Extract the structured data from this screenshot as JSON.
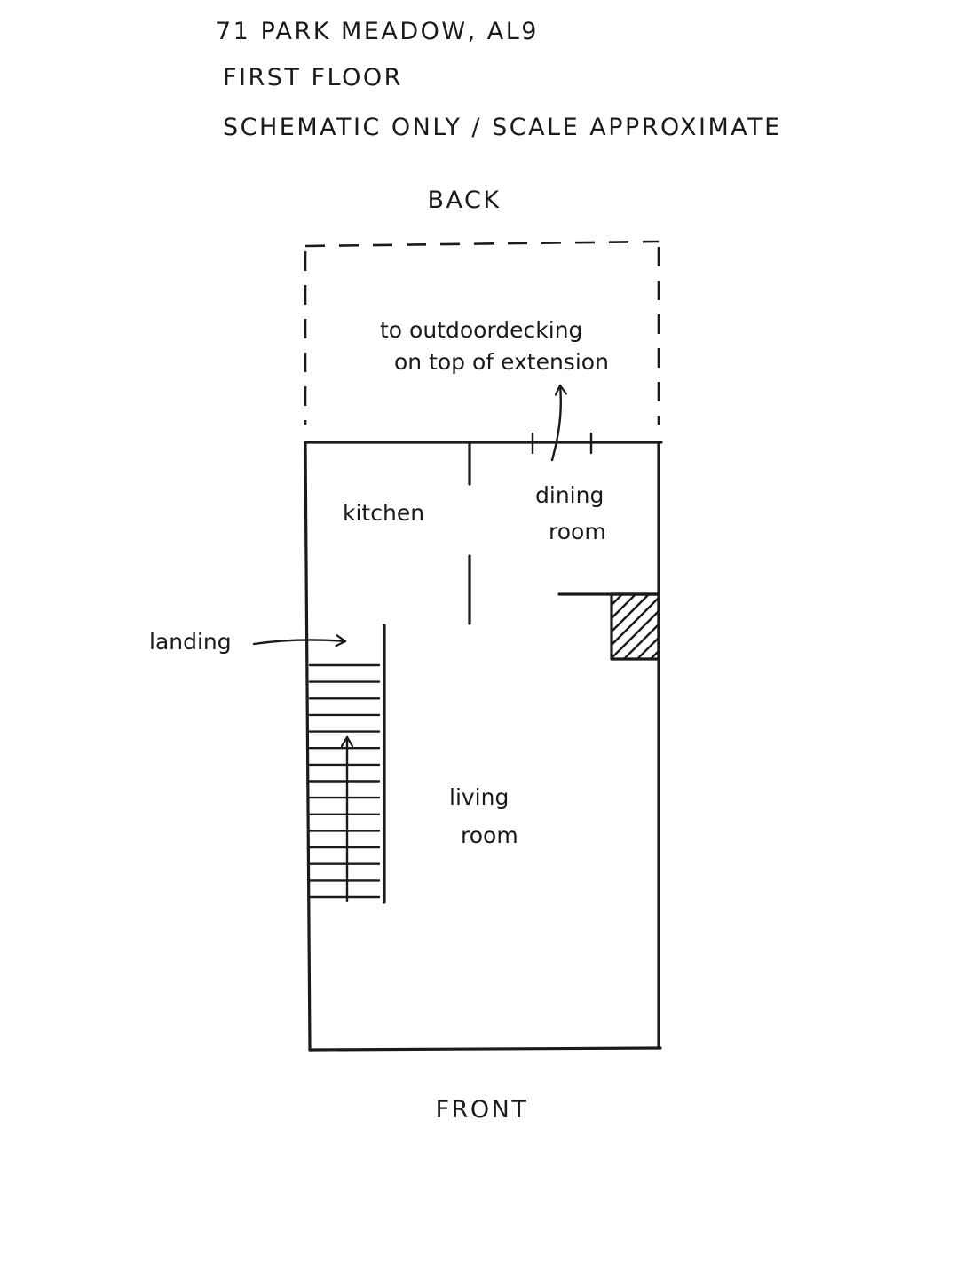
{
  "header": {
    "address": "71 PARK MEADOW, AL9",
    "floor": "FIRST FLOOR",
    "note": "SCHEMATIC ONLY / SCALE APPROXIMATE"
  },
  "orientation": {
    "back": "BACK",
    "front": "FRONT"
  },
  "outdoor": {
    "line1": "to outdoordecking",
    "line2": "on top of extension"
  },
  "rooms": {
    "kitchen": "kitchen",
    "dining_line1": "dining",
    "dining_line2": "room",
    "living_line1": "living",
    "living_line2": "room"
  },
  "callouts": {
    "landing": "landing"
  },
  "stairs": {
    "tread_count": 15
  },
  "colors": {
    "ink": "#1a1a1a",
    "paper": "#ffffff"
  }
}
